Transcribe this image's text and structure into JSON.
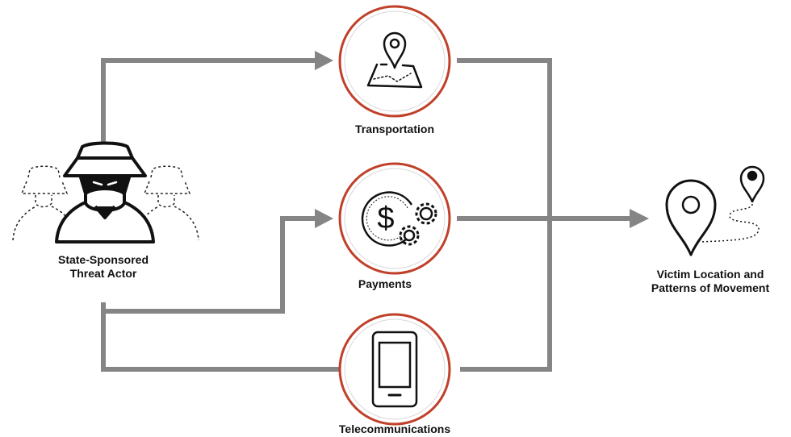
{
  "colors": {
    "connector": "#858585",
    "node_ring": "#c0402a",
    "icon_stroke": "#111111"
  },
  "actor": {
    "label_line1": "State-Sponsored",
    "label_line2": "Threat Actor",
    "icon": "hat-spy-icon"
  },
  "channels": [
    {
      "label": "Transportation",
      "icon": "map-pin-icon"
    },
    {
      "label": "Payments",
      "icon": "dollar-gears-icon"
    },
    {
      "label": "Telecommunications",
      "icon": "mobile-phone-icon"
    }
  ],
  "outcome": {
    "label_line1": "Victim Location and",
    "label_line2": "Patterns of Movement",
    "icon": "location-path-icon"
  }
}
